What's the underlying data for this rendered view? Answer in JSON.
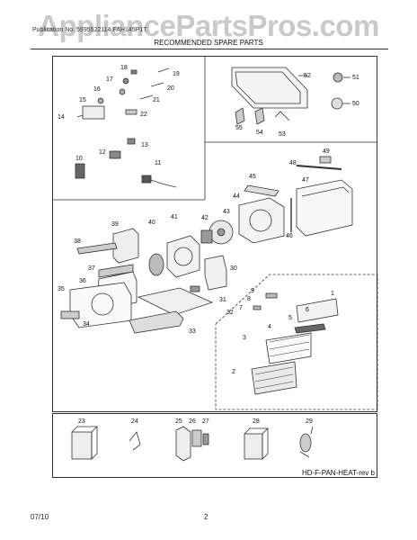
{
  "watermark": "AppliancePartsPros.com",
  "header": {
    "model_line": "Publication No. 5995522114   FAH145P1T",
    "section_title": "RECOMMENDED SPARE PARTS"
  },
  "diagram_id": "HD-F-PAN-HEAT-rev b",
  "footer": {
    "date": "07/10",
    "page": "2"
  },
  "part_numbers": {
    "p1": "1",
    "p2": "2",
    "p3": "3",
    "p4": "4",
    "p5": "5",
    "p6": "6",
    "p7": "7",
    "p8": "8",
    "p9": "9",
    "p10": "10",
    "p11": "11",
    "p12": "12",
    "p13": "13",
    "p14": "14",
    "p15": "15",
    "p16": "16",
    "p17": "17",
    "p18": "18",
    "p19": "19",
    "p20": "20",
    "p21": "21",
    "p22": "22",
    "p23": "23",
    "p24": "24",
    "p25": "25",
    "p26": "26",
    "p27": "27",
    "p28": "28",
    "p29": "29",
    "p30": "30",
    "p31": "31",
    "p32": "32",
    "p33": "33",
    "p34": "34",
    "p35": "35",
    "p36": "36",
    "p37": "37",
    "p38": "38",
    "p39": "39",
    "p40": "40",
    "p41": "41",
    "p42": "42",
    "p43": "43",
    "p44": "44",
    "p45": "45",
    "p46": "46",
    "p47": "47",
    "p48": "48",
    "p49": "49",
    "p50": "50",
    "p51": "51",
    "p52": "52",
    "p53": "53",
    "p54": "54",
    "p55": "55"
  }
}
